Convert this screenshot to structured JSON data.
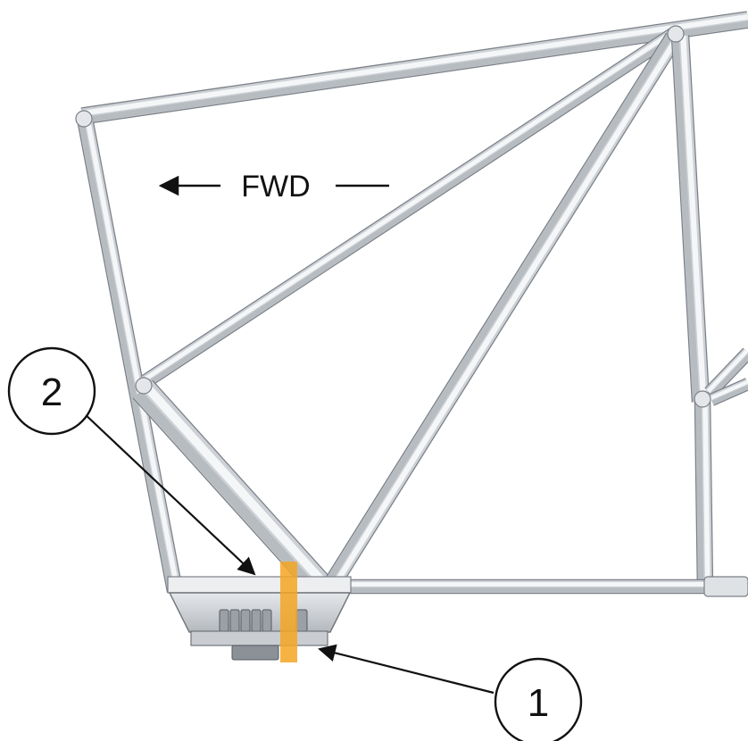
{
  "direction_label": "FWD",
  "callouts": [
    {
      "number": "1"
    },
    {
      "number": "2"
    }
  ],
  "colors": {
    "tube_light": "#f4f6f8",
    "tube_mid": "#cdd1d6",
    "tube_dark": "#8e949b",
    "outline": "#7b8087",
    "highlight": "#f5a623",
    "leader": "#111111"
  }
}
